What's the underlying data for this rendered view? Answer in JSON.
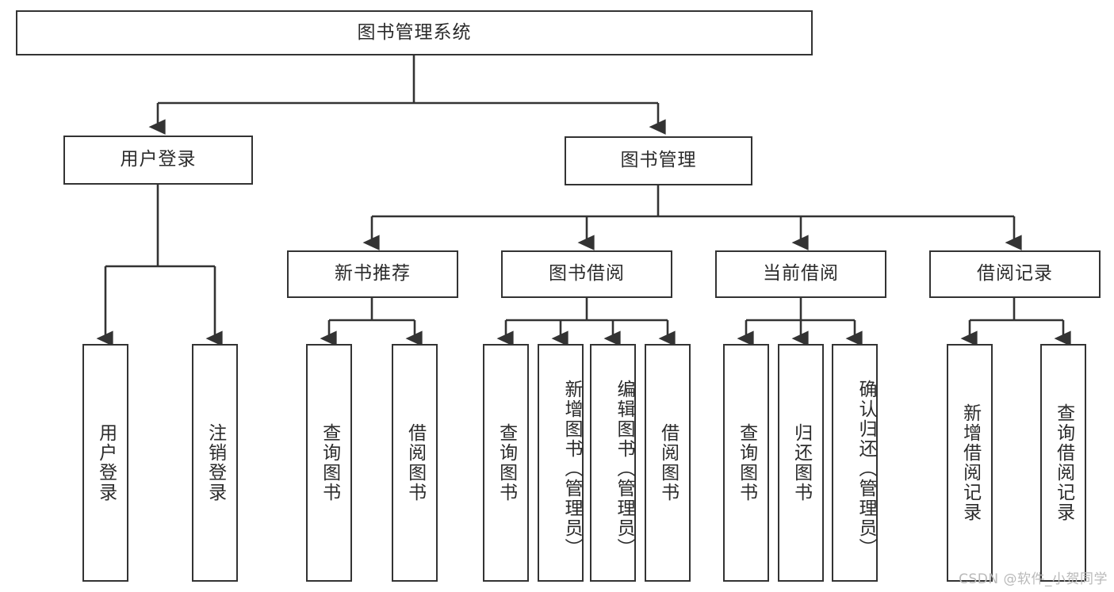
{
  "diagram": {
    "title": "图书管理系统",
    "watermark": "CSDN @软件_小贺同学",
    "colors": {
      "box_border": "#333333",
      "box_fill": "#ffffff",
      "edge": "#333333",
      "text": "#2b2b2b",
      "watermark": "#b9b9b9",
      "background": "#ffffff"
    },
    "levels": {
      "root": "图书管理系统",
      "level2": [
        "用户登录",
        "图书管理"
      ],
      "level3": [
        "新书推荐",
        "图书借阅",
        "当前借阅",
        "借阅记录"
      ]
    },
    "nodes": {
      "root": "图书管理系统",
      "user_login": "用户登录",
      "book_manage": "图书管理",
      "new_book_rec": "新书推荐",
      "book_borrow": "图书借阅",
      "current_borrow": "当前借阅",
      "borrow_record": "借阅记录",
      "leaf_user_login": "用户登录",
      "leaf_logout": "注销登录",
      "leaf_query_book_1": "查询图书",
      "leaf_borrow_book_1": "借阅图书",
      "leaf_query_book_2": "查询图书",
      "leaf_add_book_admin": "新增图书（管理员）",
      "leaf_edit_book_admin": "编辑图书（管理员）",
      "leaf_borrow_book_2": "借阅图书",
      "leaf_query_book_3": "查询图书",
      "leaf_return_book": "归还图书",
      "leaf_confirm_return_admin": "确认归还（管理员）",
      "leaf_add_borrow_record": "新增借阅记录",
      "leaf_query_borrow_record": "查询借阅记录"
    },
    "tree": [
      {
        "label": "图书管理系统",
        "children": [
          {
            "label": "用户登录",
            "children": [
              {
                "label": "用户登录"
              },
              {
                "label": "注销登录"
              }
            ]
          },
          {
            "label": "图书管理",
            "children": [
              {
                "label": "新书推荐",
                "children": [
                  {
                    "label": "查询图书"
                  },
                  {
                    "label": "借阅图书"
                  }
                ]
              },
              {
                "label": "图书借阅",
                "children": [
                  {
                    "label": "查询图书"
                  },
                  {
                    "label": "新增图书（管理员）"
                  },
                  {
                    "label": "编辑图书（管理员）"
                  },
                  {
                    "label": "借阅图书"
                  }
                ]
              },
              {
                "label": "当前借阅",
                "children": [
                  {
                    "label": "查询图书"
                  },
                  {
                    "label": "归还图书"
                  },
                  {
                    "label": "确认归还（管理员）"
                  }
                ]
              },
              {
                "label": "借阅记录",
                "children": [
                  {
                    "label": "新增借阅记录"
                  },
                  {
                    "label": "查询借阅记录"
                  }
                ]
              }
            ]
          }
        ]
      }
    ]
  }
}
